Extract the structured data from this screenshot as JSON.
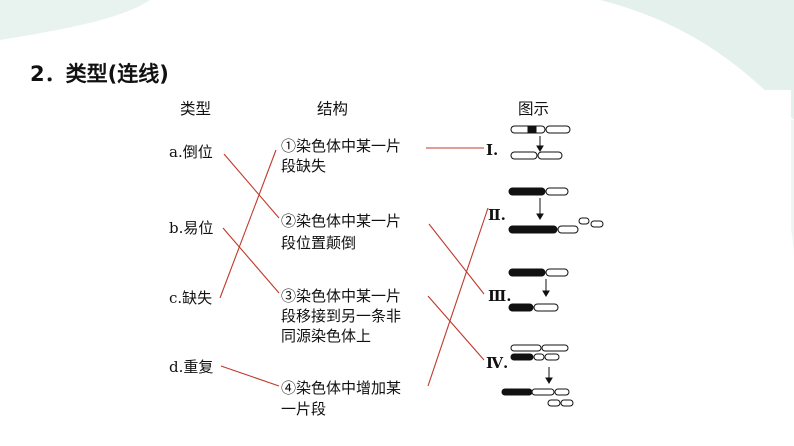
{
  "title": "2．类型(连线)",
  "headers": {
    "type": "类型",
    "structure": "结构",
    "figure": "图示"
  },
  "types": [
    "a.倒位",
    "b.易位",
    "c.缺失",
    "d.重复"
  ],
  "structures": [
    [
      "①染色体中某一片",
      "段缺失"
    ],
    [
      "②染色体中某一片",
      "段位置颠倒"
    ],
    [
      "③染色体中某一片",
      "段移接到另一条非",
      "同源染色体上"
    ],
    [
      "④染色体中增加某",
      "一片段"
    ]
  ],
  "figure_labels": [
    "Ⅰ.",
    "Ⅱ.",
    "Ⅲ.",
    "Ⅳ."
  ],
  "colors": {
    "link_line": "#c0392b",
    "deco_teal": "#dfeeea"
  }
}
